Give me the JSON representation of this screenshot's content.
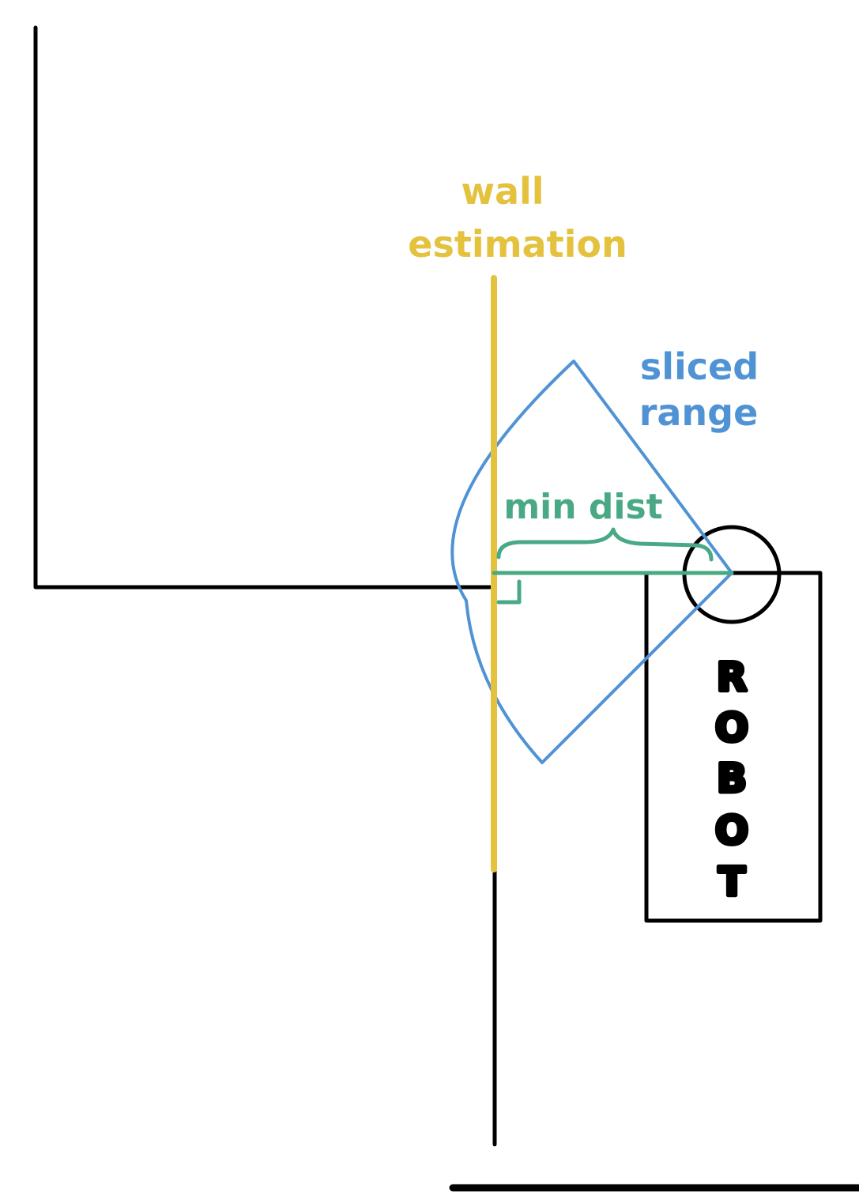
{
  "labels": {
    "wall_estimation_line1": "wall",
    "wall_estimation_line2": "estimation",
    "sliced_range_line1": "sliced",
    "sliced_range_line2": "range",
    "min_dist": "min dist",
    "robot_letters": [
      "R",
      "O",
      "B",
      "O",
      "T"
    ]
  },
  "colors": {
    "background": "#ffffff",
    "walls": "#000000",
    "robot": "#000000",
    "wall_estimation": "#e4c23e",
    "sliced_range": "#4f93d4",
    "min_dist": "#4aa985"
  }
}
